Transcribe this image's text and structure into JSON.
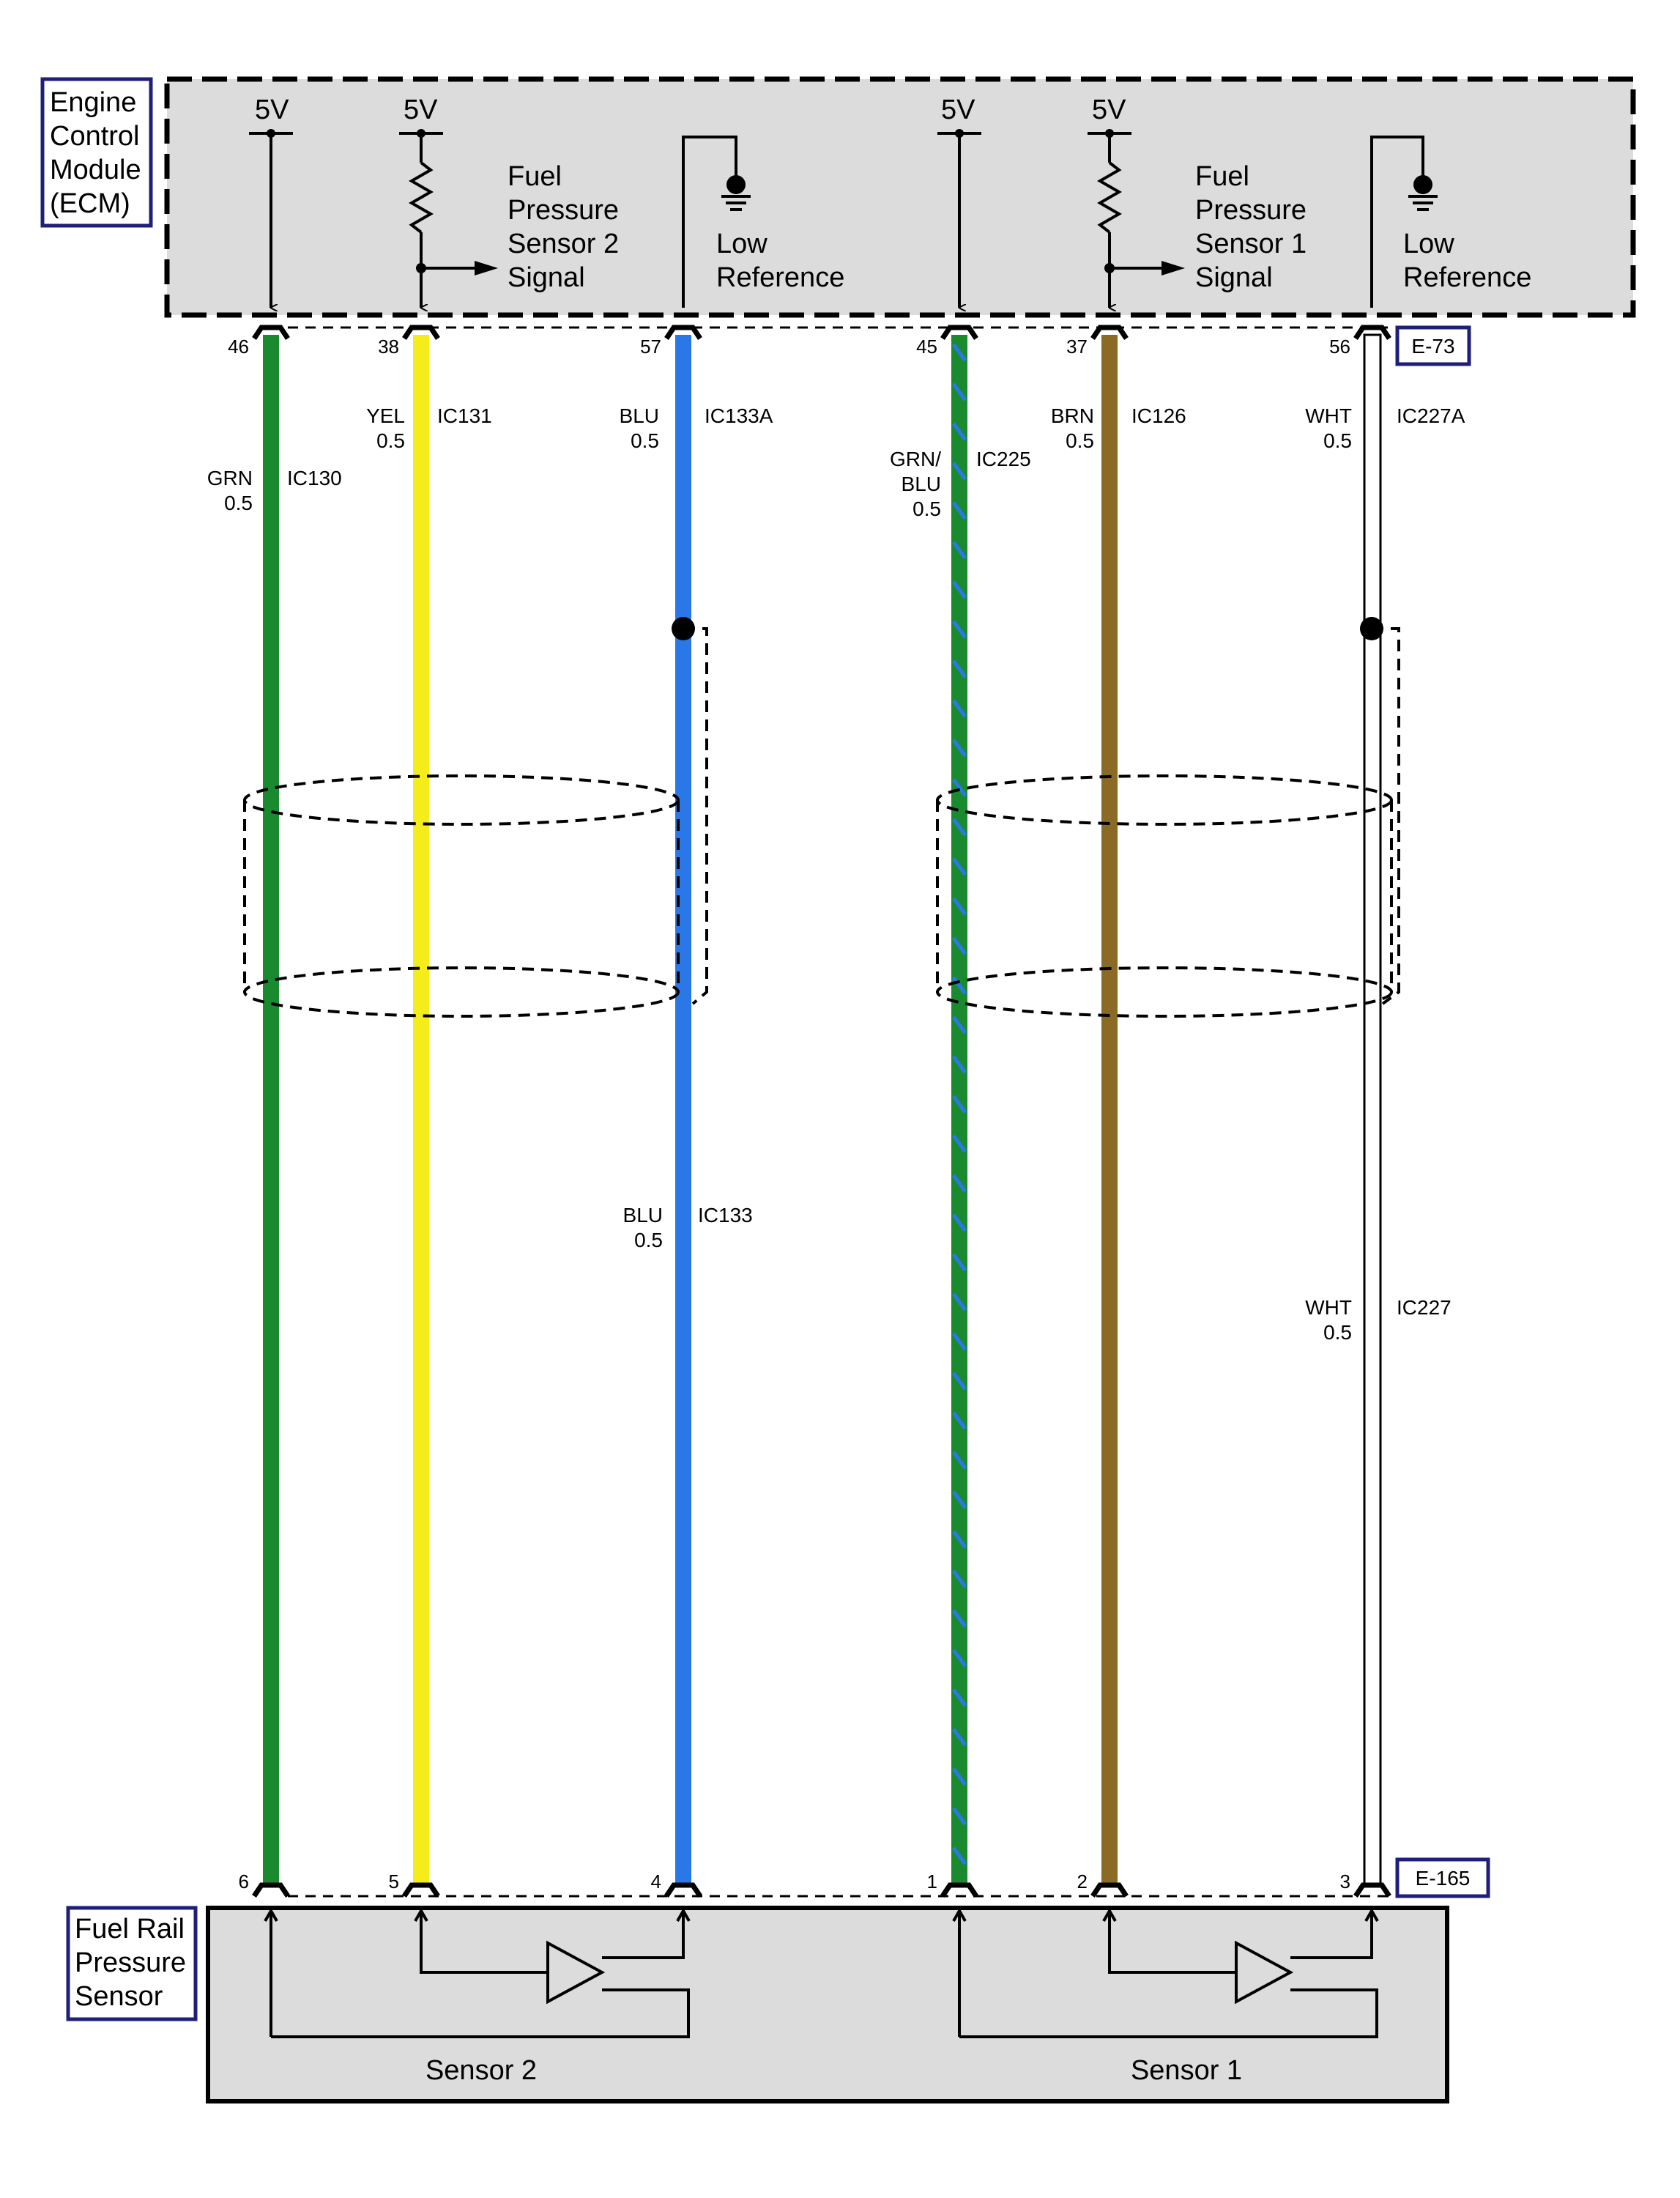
{
  "ecm": {
    "title_lines": [
      "Engine",
      "Control",
      "Module",
      "(ECM)"
    ],
    "supply_label": "5V",
    "signal2_lines": [
      "Fuel",
      "Pressure",
      "Sensor 2",
      "Signal"
    ],
    "signal1_lines": [
      "Fuel",
      "Pressure",
      "Sensor 1",
      "Signal"
    ],
    "lowref_lines": [
      "Low",
      "Reference"
    ]
  },
  "sensor_module": {
    "title_lines": [
      "Fuel Rail",
      "Pressure",
      "Sensor"
    ],
    "sensor2_label": "Sensor 2",
    "sensor1_label": "Sensor 1"
  },
  "connectors": {
    "top": "E-73",
    "bottom": "E-165"
  },
  "wires": [
    {
      "id": "w1",
      "color": "#1a8a2e",
      "top_pin": "46",
      "bottom_pin": "6",
      "circuit": "IC130",
      "color_code": "GRN",
      "gauge": "0.5"
    },
    {
      "id": "w2",
      "color": "#f5ec1c",
      "top_pin": "38",
      "bottom_pin": "5",
      "circuit": "IC131",
      "color_code": "YEL",
      "gauge": "0.5"
    },
    {
      "id": "w3",
      "color": "#2a78e8",
      "top_pin": "57",
      "bottom_pin": "4",
      "circuit": "IC133A",
      "color_code": "BLU",
      "gauge": "0.5",
      "lower_circuit": "IC133",
      "lower_color_code": "BLU",
      "lower_gauge": "0.5"
    },
    {
      "id": "w4",
      "color": "#1a8a2e",
      "stripe_color": "#2a78e8",
      "top_pin": "45",
      "bottom_pin": "1",
      "circuit": "IC225",
      "color_code_lines": [
        "GRN/",
        "BLU"
      ],
      "gauge": "0.5"
    },
    {
      "id": "w5",
      "color": "#8a6a25",
      "top_pin": "37",
      "bottom_pin": "2",
      "circuit": "IC126",
      "color_code": "BRN",
      "gauge": "0.5"
    },
    {
      "id": "w6",
      "color": "#ffffff",
      "top_pin": "56",
      "bottom_pin": "3",
      "circuit": "IC227A",
      "color_code": "WHT",
      "gauge": "0.5",
      "lower_circuit": "IC227",
      "lower_color_code": "WHT",
      "lower_gauge": "0.5"
    }
  ],
  "colors": {
    "module_fill": "#dcdcdc",
    "label_box_border": "#1f1f7a"
  }
}
